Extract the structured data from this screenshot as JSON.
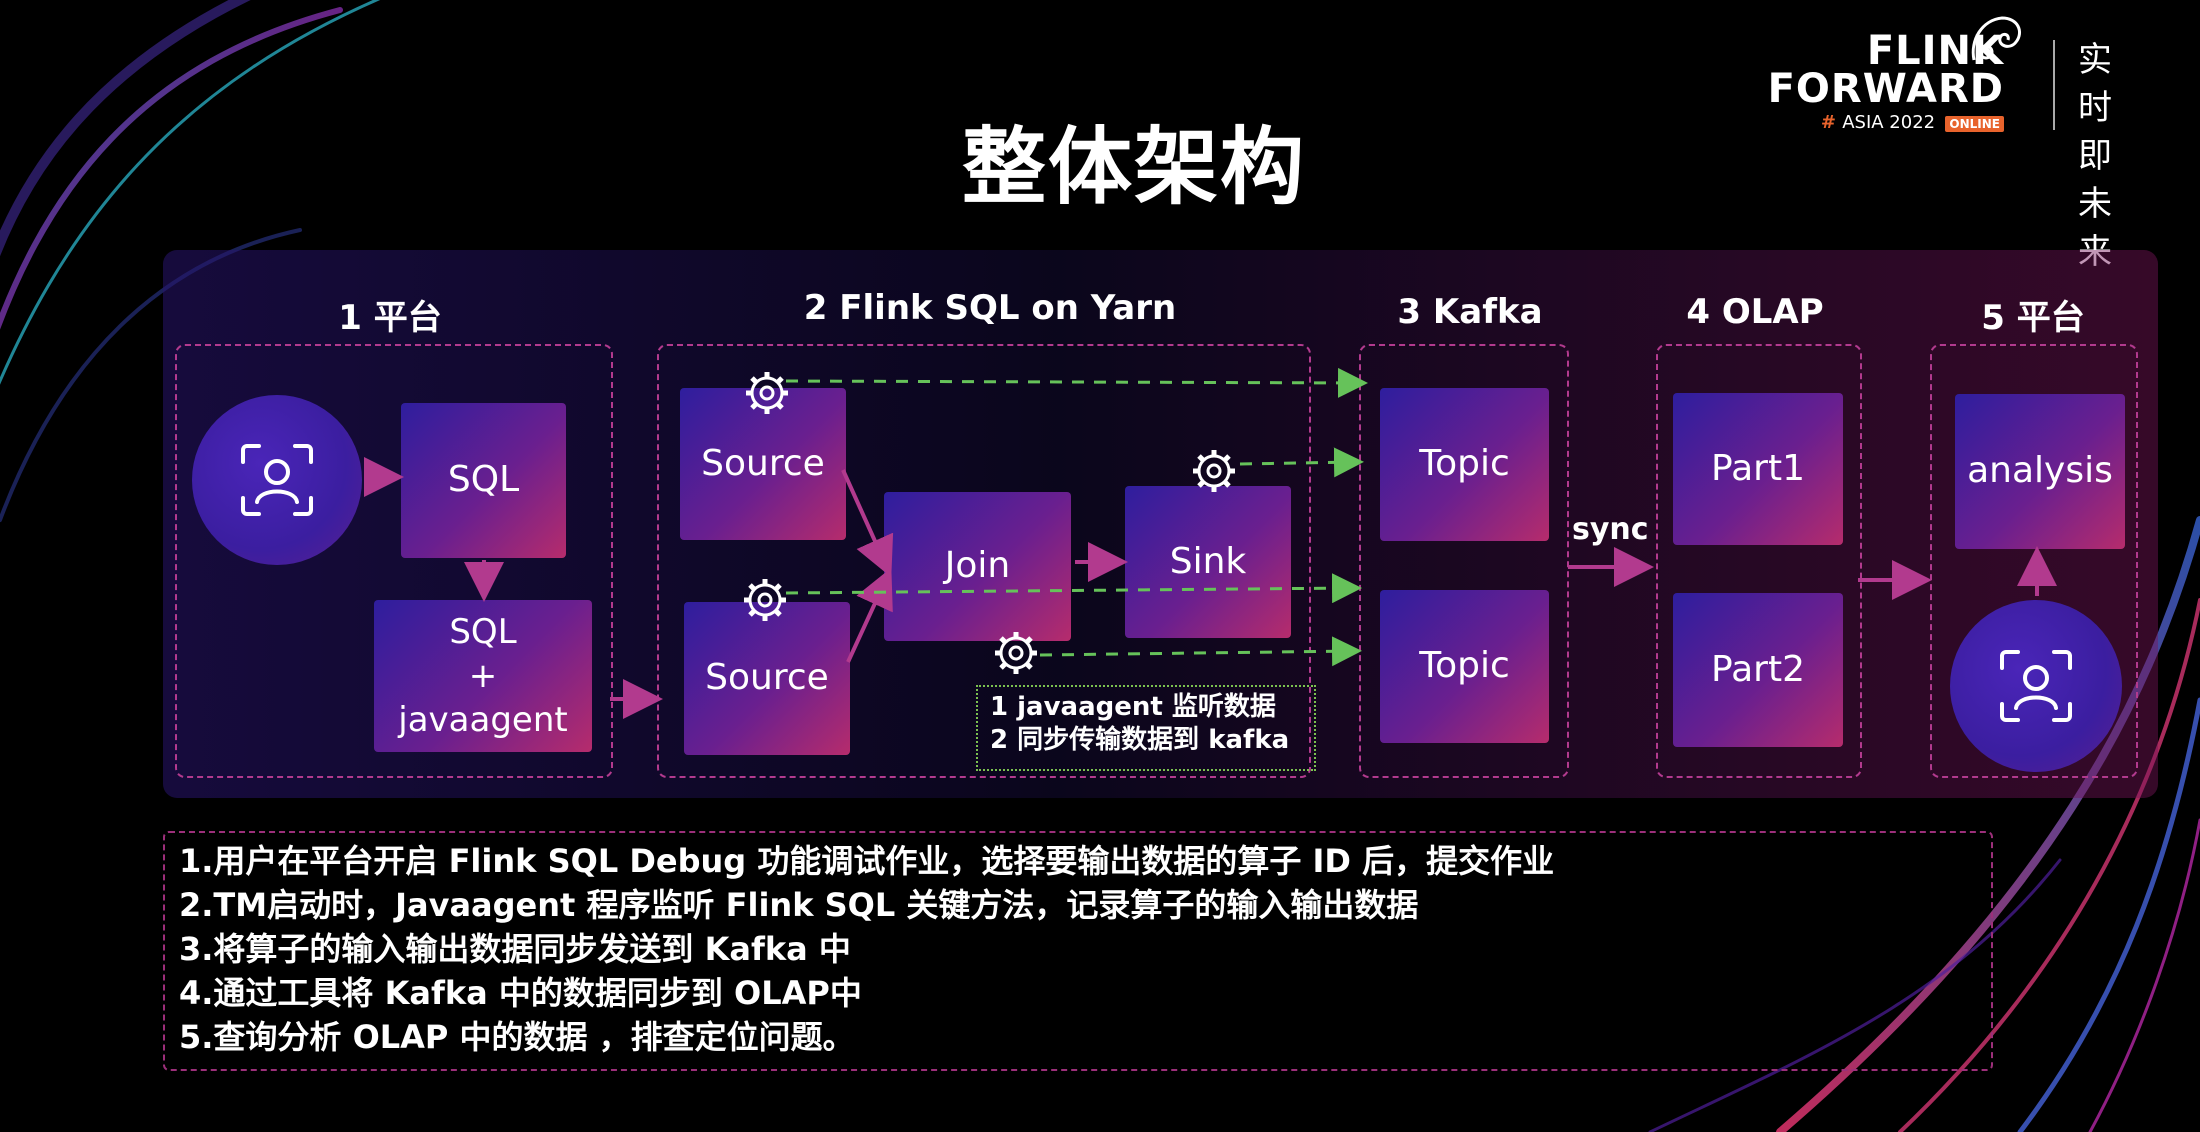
{
  "title": "整体架构",
  "logo": {
    "line1": "FLINK",
    "line2": "FORWARD",
    "hash": "#",
    "event": "ASIA 2022",
    "badge": "ONLINE",
    "slogan_top": "实时即",
    "slogan_bottom": "未来"
  },
  "groups": {
    "platform1": "1 平台",
    "flink": "2 Flink SQL  on Yarn",
    "kafka": "3 Kafka",
    "olap": "4 OLAP",
    "platform5": "5 平台"
  },
  "boxes": {
    "sql": "SQL",
    "sql_agent_line1": "SQL",
    "sql_agent_line2": "+",
    "sql_agent_line3": "javaagent",
    "source1": "Source",
    "source2": "Source",
    "join": "Join",
    "sink": "Sink",
    "topic1": "Topic",
    "topic2": "Topic",
    "part1": "Part1",
    "part2": "Part2",
    "analysis": "analysis"
  },
  "sync_label": "sync",
  "note": {
    "line1": "1 javaagent 监听数据",
    "line2": "2 同步传输数据到 kafka"
  },
  "steps": [
    "1.用户在平台开启 Flink SQL Debug 功能调试作业，选择要输出数据的算子 ID 后，提交作业",
    "2.TM启动时，Javaagent 程序监听 Flink SQL 关键方法，记录算子的输入输出数据",
    "3.将算子的输入输出数据同步发送到 Kafka 中",
    "4.通过工具将 Kafka 中的数据同步到 OLAP中",
    "5.查询分析 OLAP 中的数据 ，排查定位问题。"
  ],
  "colors": {
    "arrow": "#b23a8e",
    "dashed_arrow": "#66c25a",
    "group_border": "#b23a8e",
    "accent_orange": "#e8632c"
  },
  "icons": [
    "user-scan-icon",
    "gear-icon"
  ]
}
